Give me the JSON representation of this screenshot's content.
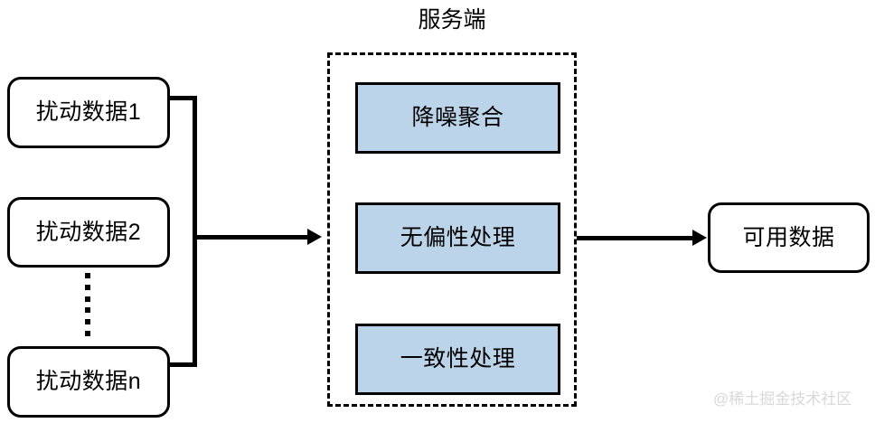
{
  "diagram": {
    "title": "服务端",
    "inputs": [
      {
        "label": "扰动数据1"
      },
      {
        "label": "扰动数据2"
      },
      {
        "label": "扰动数据n"
      }
    ],
    "ellipsis": {
      "dot_count": 6,
      "glyph": "vertical-dots"
    },
    "server": {
      "title": "服务端",
      "steps": [
        {
          "label": "降噪聚合"
        },
        {
          "label": "无偏性处理"
        },
        {
          "label": "一致性处理"
        }
      ]
    },
    "output": {
      "label": "可用数据"
    },
    "connectors": [
      {
        "name": "inputs-bracket-to-server",
        "kind": "arrow-right"
      },
      {
        "name": "server-to-output",
        "kind": "arrow-right"
      }
    ],
    "colors": {
      "process_fill": "#bcd4e9",
      "stroke": "#000000",
      "node_fill": "#ffffff",
      "watermark": "#d8d8d8"
    }
  },
  "watermark": {
    "text": "@稀土掘金技术社区"
  }
}
